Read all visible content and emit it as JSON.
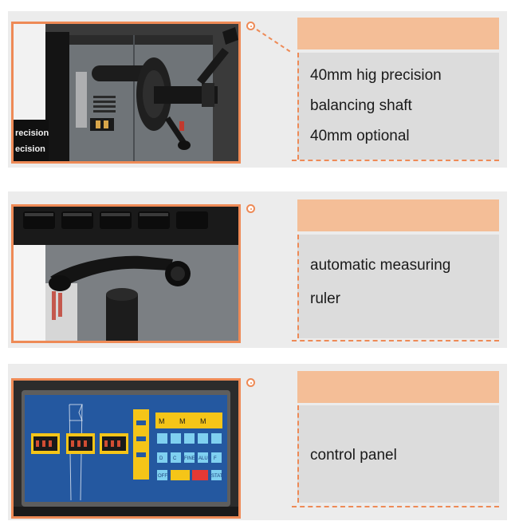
{
  "features": [
    {
      "id": "shaft",
      "lines": [
        "40mm hig precision",
        "balancing shaft",
        "40mm optional"
      ]
    },
    {
      "id": "ruler",
      "lines": [
        "automatic measuring",
        "ruler"
      ]
    },
    {
      "id": "panel",
      "lines": [
        "control panel"
      ]
    }
  ],
  "photo_text": {
    "precision_1": "recision",
    "precision_2": "ecision",
    "keys": [
      "D",
      "C",
      "FINE",
      "ALU",
      "F",
      "OFF",
      "STAT"
    ]
  },
  "colors": {
    "accent": "#ee8a56",
    "bar": "#f4be97",
    "panel": "#ececec",
    "textbox": "#dcdcdc"
  }
}
